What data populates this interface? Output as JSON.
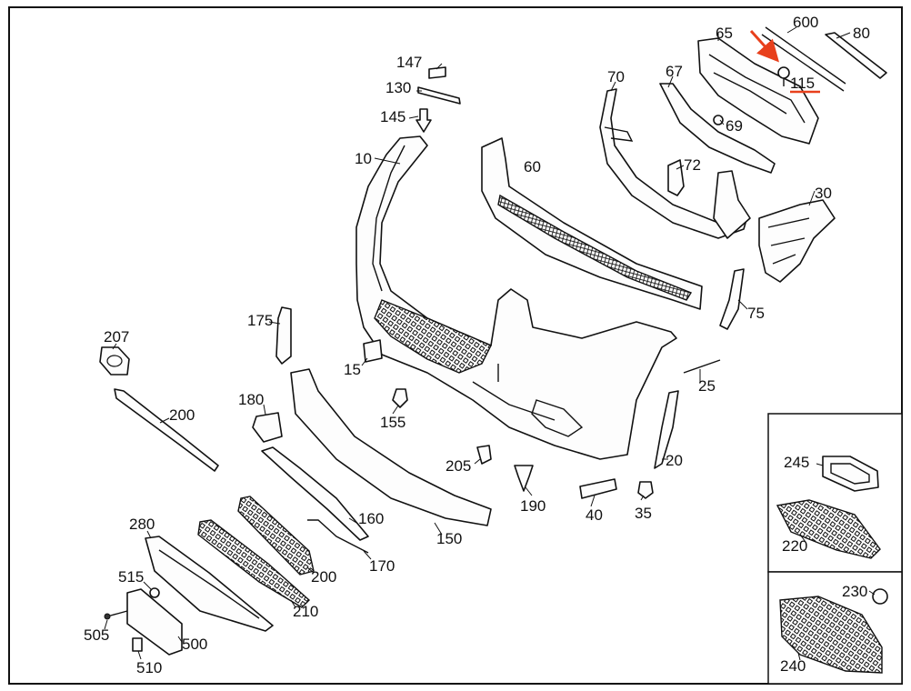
{
  "labels": {
    "l10": "10",
    "l15": "15",
    "l20": "20",
    "l25": "25",
    "l30": "30",
    "l35": "35",
    "l40": "40",
    "l60": "60",
    "l65": "65",
    "l67": "67",
    "l69": "69",
    "l70": "70",
    "l72": "72",
    "l75": "75",
    "l80": "80",
    "l115": "115",
    "l130": "130",
    "l145": "145",
    "l147": "147",
    "l150": "150",
    "l155": "155",
    "l160": "160",
    "l170": "170",
    "l175": "175",
    "l180": "180",
    "l190": "190",
    "l200a": "200",
    "l200b": "200",
    "l205": "205",
    "l207": "207",
    "l210": "210",
    "l220": "220",
    "l230": "230",
    "l240": "240",
    "l245": "245",
    "l280": "280",
    "l500": "500",
    "l505": "505",
    "l510": "510",
    "l515": "515",
    "l600": "600"
  },
  "highlight": {
    "part_number": "115",
    "color": "#e8401c"
  }
}
